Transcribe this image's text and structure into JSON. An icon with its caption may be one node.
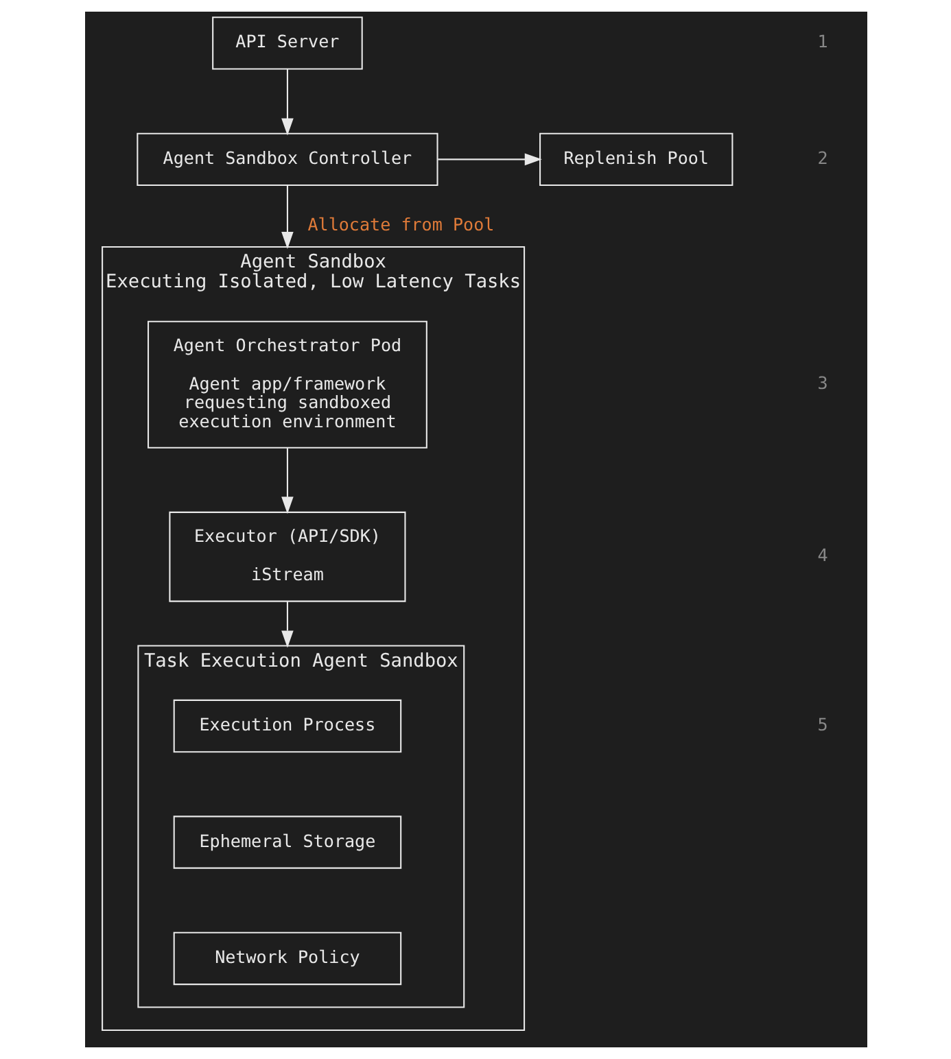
{
  "diagram": {
    "nodes": [
      {
        "text": [
          "API Server"
        ]
      },
      {
        "text": [
          "Agent Sandbox Controller"
        ]
      },
      {
        "text": [
          "Replenish Pool"
        ]
      },
      {
        "text": [
          "Agent Sandbox",
          "Executing Isolated, Low Latency Tasks"
        ]
      },
      {
        "text": [
          "Agent Orchestrator Pod",
          "Agent app/framework requesting sandboxed execution environment"
        ],
        "in": 3
      },
      {
        "text": [
          "Executor (API/SDK)",
          "iStream"
        ],
        "in": 3
      },
      {
        "text": [
          "Task Execution Agent Sandbox"
        ],
        "in": 3
      },
      {
        "text": [
          "Execution Process"
        ],
        "in": 6
      },
      {
        "text": [
          "Ephemeral Storage"
        ],
        "in": 6
      },
      {
        "text": [
          "Network Policy"
        ],
        "in": 6
      }
    ],
    "edges": [
      {
        "from": 0,
        "to": 1,
        "arrow": "to"
      },
      {
        "from": 1,
        "to": 2,
        "arrow": "to"
      },
      {
        "from": 1,
        "to": 3,
        "arrow": "to",
        "label": "Allocate from Pool"
      },
      {
        "from": 4,
        "to": 5,
        "arrow": "to"
      },
      {
        "from": 5,
        "to": 6,
        "arrow": "to"
      }
    ],
    "labels": [
      "1",
      "2",
      "3",
      "4",
      "5"
    ]
  }
}
